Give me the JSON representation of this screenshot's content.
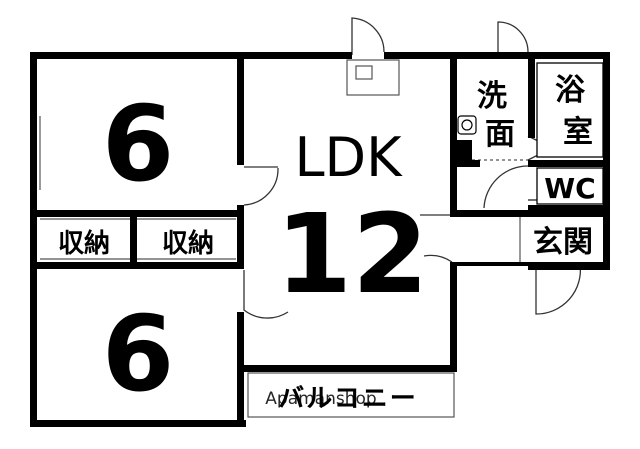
{
  "floorplan": {
    "rooms": {
      "bedroom_top": {
        "size": "6"
      },
      "bedroom_bottom": {
        "size": "6"
      },
      "ldk": {
        "name": "LDK",
        "size": "12"
      },
      "closet_left": {
        "name": "収納"
      },
      "closet_right": {
        "name": "収納"
      },
      "washroom": {
        "line1": "洗",
        "line2": "面"
      },
      "bathroom": {
        "line1": "浴",
        "line2": "室"
      },
      "toilet": {
        "name": "WC"
      },
      "entrance": {
        "name": "玄関"
      },
      "balcony": {
        "name": "バルコニー"
      }
    },
    "watermark": "Apamanshop",
    "colors": {
      "wall": "#000000",
      "line": "#555555",
      "background": "#ffffff"
    }
  }
}
